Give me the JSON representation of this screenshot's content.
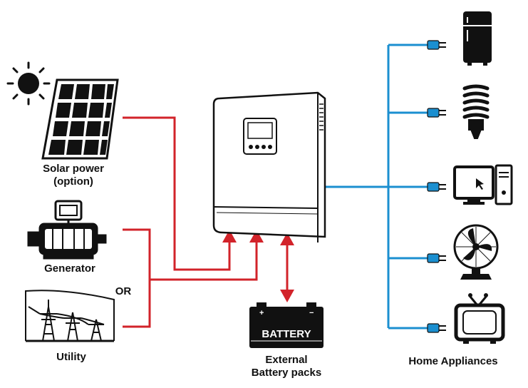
{
  "labels": {
    "solar_line1": "Solar power",
    "solar_line2": "(option)",
    "generator": "Generator",
    "or": "OR",
    "utility": "Utility",
    "battery": "BATTERY",
    "battery_caption_line1": "External",
    "battery_caption_line2": "Battery packs",
    "appliances": "Home Appliances"
  },
  "colors": {
    "input_wire": "#d2232a",
    "output_wire": "#1b8fd0",
    "device_outline": "#111111"
  },
  "icons": [
    "sun-icon",
    "solar-panel-icon",
    "generator-icon",
    "utility-tower-icon",
    "inverter-icon",
    "battery-icon",
    "fridge-icon",
    "bulb-icon",
    "computer-icon",
    "fan-icon",
    "tv-icon",
    "plug-icon"
  ]
}
